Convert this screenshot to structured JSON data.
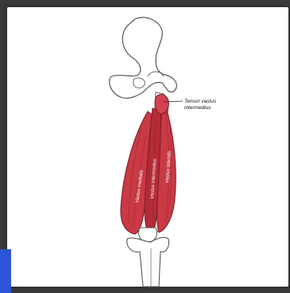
{
  "labels": {
    "tensor_line1": "Tensor vastus",
    "tensor_line2": "intermedius",
    "vastus_medialis": "Vastus medialis",
    "vastus_intermedius": "Vastus intermedius",
    "vastus_lateralis": "Vastus lateralis"
  },
  "colors": {
    "muscle": "#c93a45",
    "muscle_dark": "#a22633",
    "bone_fill": "#ffffff",
    "bone_stroke": "#555555",
    "accent_blue": "#2d56d6",
    "frame": "#3a3a3a"
  }
}
